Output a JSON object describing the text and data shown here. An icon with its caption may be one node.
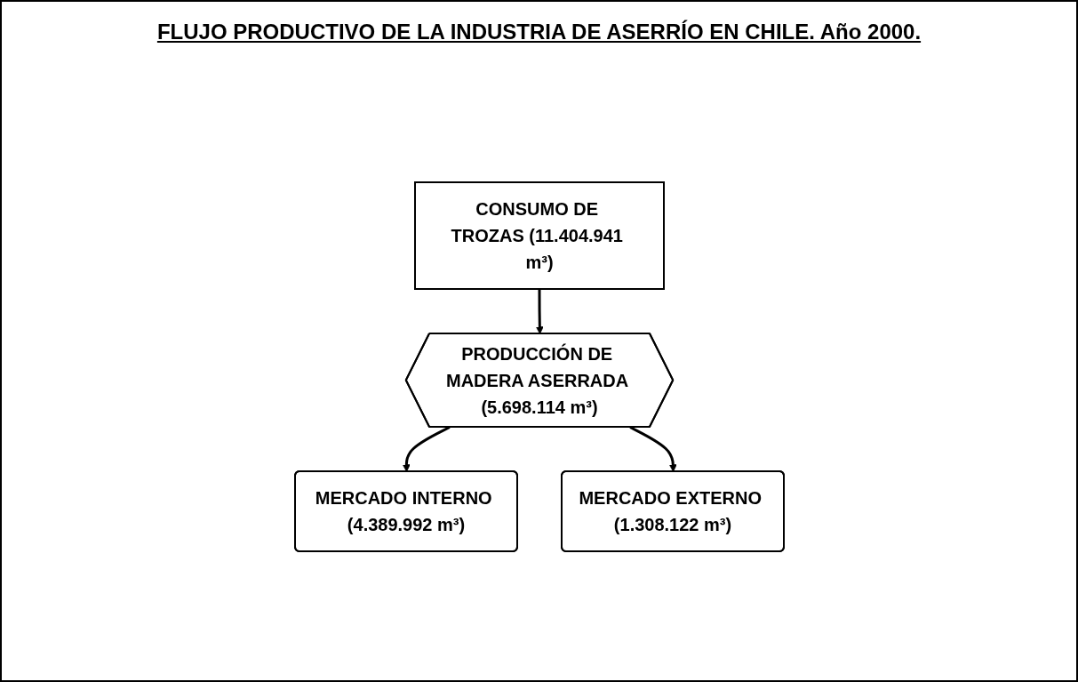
{
  "diagram": {
    "title": "FLUJO PRODUCTIVO DE LA INDUSTRIA DE ASERRÍO EN CHILE. Año 2000.",
    "nodes": [
      {
        "text": [
          "CONSUMO DE TROZAS (11.404.941 m³)"
        ]
      },
      {
        "text": [
          "MERCADO INTERNO (4.389.992 m³)"
        ]
      },
      {
        "text": [
          "PRODUCCIÓN DE MADERA ASERRADA (5.698.114 m³)"
        ]
      },
      {
        "text": [
          "MERCADO EXTERNO (1.308.122 m³)"
        ]
      }
    ],
    "edges": [
      {
        "from": 0,
        "to": 2,
        "arrow": "to"
      },
      {
        "from": 2,
        "to": 1,
        "arrow": "to"
      },
      {
        "from": 2,
        "to": 3,
        "arrow": "to"
      }
    ]
  }
}
